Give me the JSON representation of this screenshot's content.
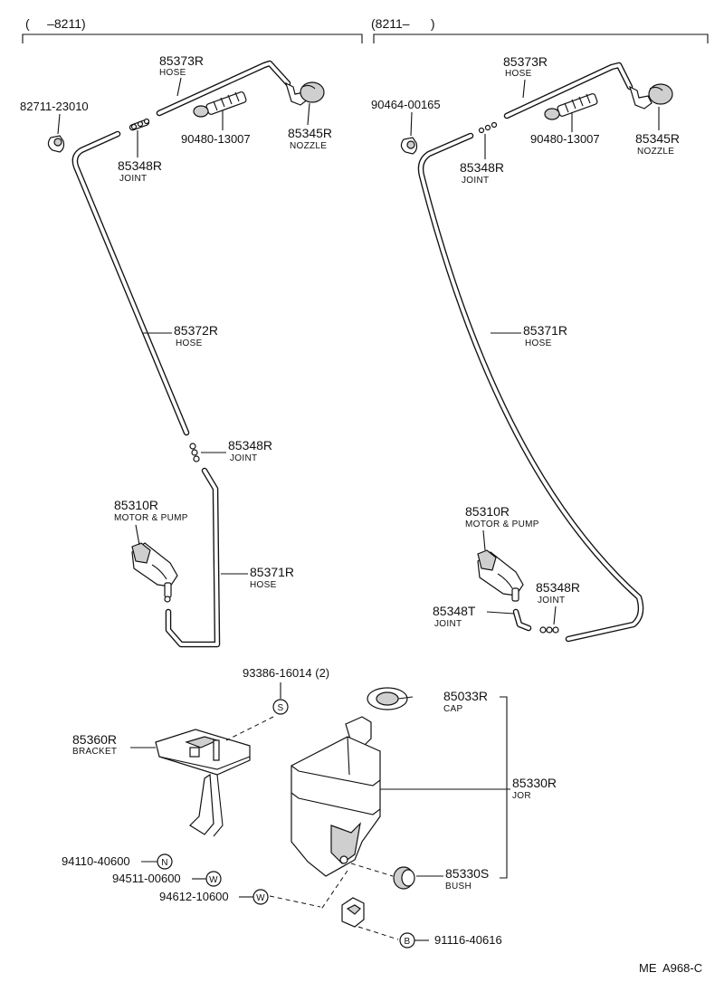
{
  "ranges": {
    "left": "(     –8211)",
    "right": "(8211–      )"
  },
  "left": {
    "hose_top": {
      "pn": "85373R",
      "name": "HOSE"
    },
    "clamp": {
      "pn": "82711-23010"
    },
    "nozzle": {
      "pn": "85345R",
      "name": "NOZZLE"
    },
    "screw": {
      "pn": "90480-13007"
    },
    "joint_top": {
      "pn": "85348R",
      "name": "JOINT"
    },
    "hose_long": {
      "pn": "85372R",
      "name": "HOSE"
    },
    "joint_mid": {
      "pn": "85348R",
      "name": "JOINT"
    },
    "pump": {
      "pn": "85310R",
      "name": "MOTOR & PUMP"
    },
    "hose_low": {
      "pn": "85371R",
      "name": "HOSE"
    }
  },
  "right": {
    "hose_top": {
      "pn": "85373R",
      "name": "HOSE"
    },
    "clamp": {
      "pn": "90464-00165"
    },
    "nozzle": {
      "pn": "85345R",
      "name": "NOZZLE"
    },
    "screw": {
      "pn": "90480-13007"
    },
    "joint_top": {
      "pn": "85348R",
      "name": "JOINT"
    },
    "hose_long": {
      "pn": "85371R",
      "name": "HOSE"
    },
    "pump": {
      "pn": "85310R",
      "name": "MOTOR & PUMP"
    },
    "joint_r": {
      "pn": "85348R",
      "name": "JOINT"
    },
    "joint_t": {
      "pn": "85348T",
      "name": "JOINT"
    }
  },
  "tank": {
    "screw_s": {
      "pn": "93386-16014 (2)",
      "sym": "S"
    },
    "bracket": {
      "pn": "85360R",
      "name": "BRACKET"
    },
    "cap": {
      "pn": "85033R",
      "name": "CAP"
    },
    "jar": {
      "pn": "85330R",
      "name": "JOR"
    },
    "bush": {
      "pn": "85330S",
      "name": "BUSH"
    },
    "nut_n": {
      "pn": "94110-40600",
      "sym": "N"
    },
    "washer_w1": {
      "pn": "94511-00600",
      "sym": "W"
    },
    "washer_w2": {
      "pn": "94612-10600",
      "sym": "W"
    },
    "bolt_b": {
      "pn": "91116-40616",
      "sym": "B"
    }
  },
  "footer": {
    "code": "ME  A968-C"
  }
}
